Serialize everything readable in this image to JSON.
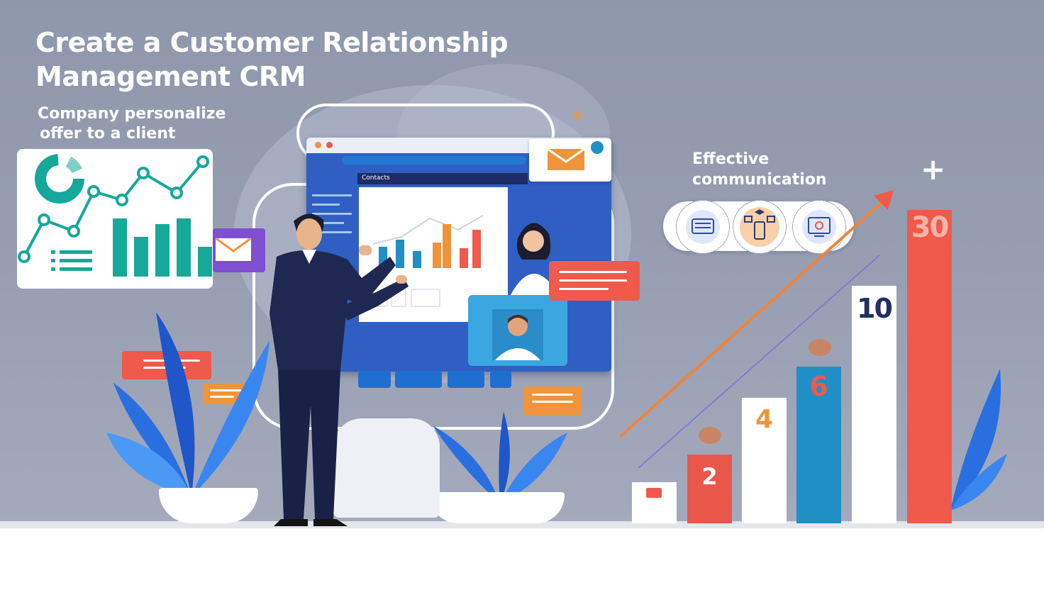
{
  "header": {
    "title": "Create a Customer Relationship Management CRM"
  },
  "left_panel": {
    "subtitle_lines": [
      "Company personalize",
      "offer to a client"
    ]
  },
  "right_panel": {
    "heading_lines": [
      "Effective",
      "communication"
    ],
    "icons": [
      "keyboard-hands-icon",
      "graduation-growth-icon",
      "monitor-gear-icon"
    ]
  },
  "growth_bars": [
    {
      "value": "2",
      "color": "#e8574a"
    },
    {
      "value": "4",
      "color": "#ffffff"
    },
    {
      "value": "6",
      "color": "#1f8fc6"
    },
    {
      "value": "10",
      "color": "#ffffff"
    },
    {
      "value": "30",
      "color": "#ef5a4a"
    }
  ],
  "screen": {
    "header_label": "Contacts"
  },
  "colors": {
    "teal": "#16a89a",
    "coral": "#ef5a4a",
    "orange": "#f0943a",
    "navy": "#23305f",
    "blue": "#1f8fc6"
  }
}
